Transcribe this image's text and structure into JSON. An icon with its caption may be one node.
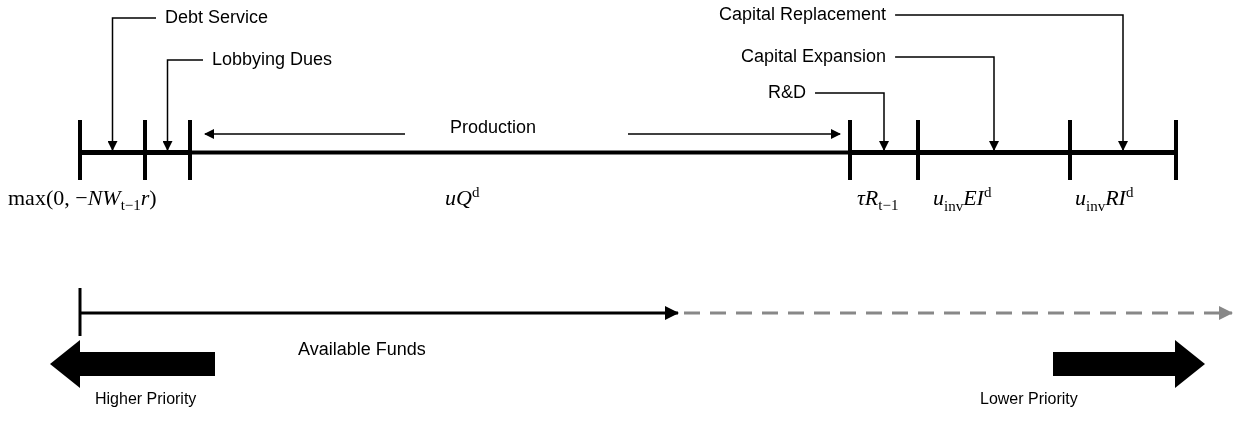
{
  "diagram": {
    "nodes": [
      {
        "text": [
          "Debt Service"
        ]
      },
      {
        "text": [
          "Lobbying Dues"
        ]
      },
      {
        "text": [
          "R&D"
        ]
      },
      {
        "text": [
          "Capital Expansion"
        ]
      },
      {
        "text": [
          "Capital Replacement"
        ]
      },
      {
        "text": [],
        "shape": "bar"
      },
      {
        "text": [],
        "shape": "bar"
      },
      {
        "text": [],
        "shape": "bar"
      },
      {
        "text": [],
        "shape": "bar"
      },
      {
        "text": [],
        "shape": "bar"
      }
    ],
    "edges": [
      {
        "from": 0,
        "to": 5,
        "arrow": "to"
      },
      {
        "from": 1,
        "to": 6,
        "arrow": "to"
      },
      {
        "from": 2,
        "to": 7,
        "arrow": "to"
      },
      {
        "from": 3,
        "to": 8,
        "arrow": "to"
      },
      {
        "from": 4,
        "to": 9,
        "arrow": "to"
      }
    ],
    "labels": [
      "Production",
      "max(0, −*NW*$_{t−1}$*r*)",
      "*uQ*$^{d}$",
      "*τR*$_{t−1}$",
      "*u*$_{inv}$*EI*$^{d}$",
      "*u*$_{inv}$*RI*$^{d}$",
      "Available Funds",
      "Higher Priority",
      "Lower Priority"
    ]
  }
}
